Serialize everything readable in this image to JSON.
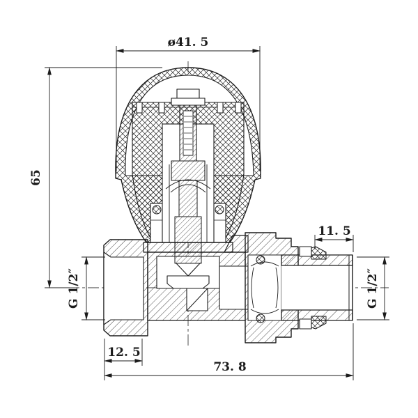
{
  "drawing": {
    "colors": {
      "line": "#1c1c1c",
      "background": "#ffffff"
    },
    "dimensions": {
      "handle_diameter": "ø41. 5",
      "overall_height": "65",
      "tail_plain_length": "11. 5",
      "inlet_thread": "G 1/2″",
      "outlet_thread": "G 1/2″",
      "inlet_length": "12. 5",
      "overall_length": "73. 8"
    }
  }
}
